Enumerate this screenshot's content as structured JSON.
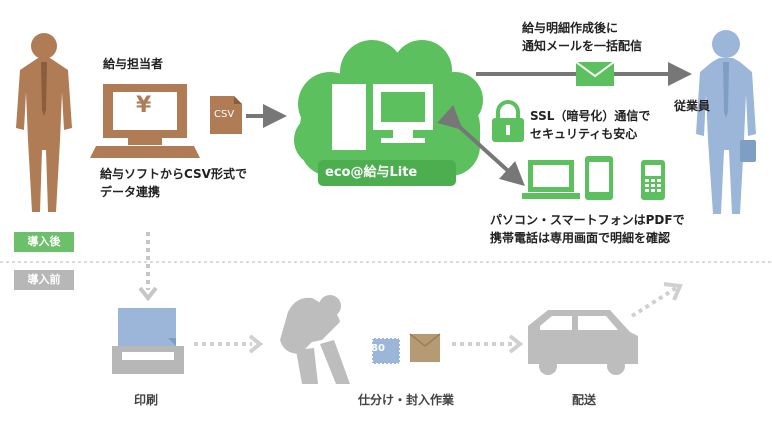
{
  "after": {
    "tag": "導入後",
    "payroll_staff": "給与担当者",
    "monitor_symbol": "¥",
    "csv_label": "CSV",
    "csv_caption_line1": "給与ソフトからCSV形式で",
    "csv_caption_line2": "データ連携",
    "service_name": "eco@給与Lite",
    "mail_caption_line1": "給与明細作成後に",
    "mail_caption_line2": "通知メールを一括配信",
    "employee": "従業員",
    "ssl_caption_line1": "SSL（暗号化）通信で",
    "ssl_caption_line2": "セキュリティも安心",
    "device_caption_line1": "パソコン・スマートフォンはPDFで",
    "device_caption_line2": "携帯電話は専用画面で明細を確認"
  },
  "before": {
    "tag": "導入前",
    "print": "印刷",
    "stamp_value": "80",
    "sorting": "仕分け・封入作業",
    "delivery": "配送"
  },
  "colors": {
    "green": "#5cc05e",
    "green_tag": "#6cc06a",
    "brown": "#b07c56",
    "brown_dark": "#8a5e3d",
    "blue": "#9bb6d8",
    "gray": "#b7b7b7",
    "gray_light": "#d6d6d6",
    "arrow_dark": "#777777"
  }
}
